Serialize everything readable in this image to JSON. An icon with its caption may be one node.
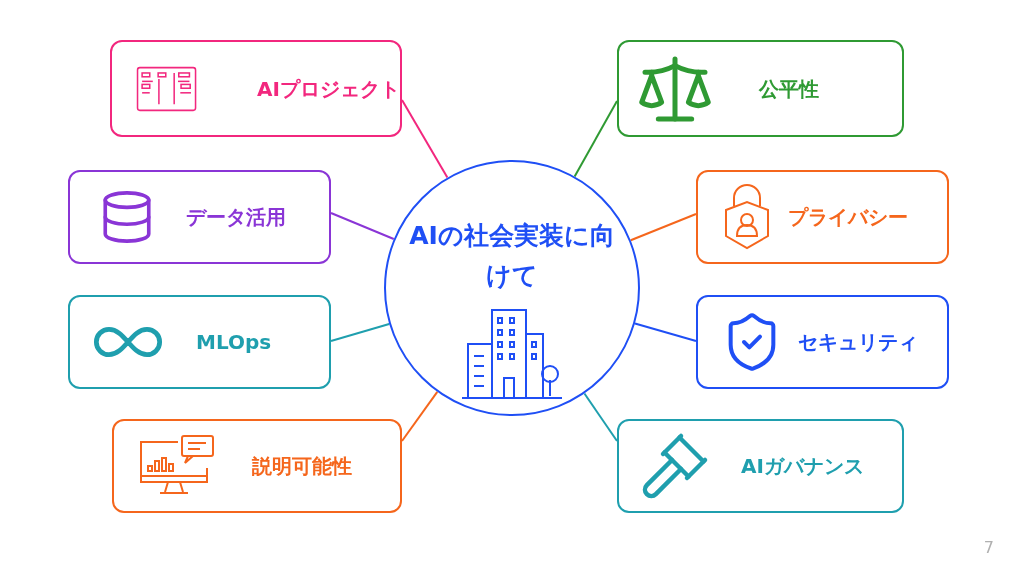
{
  "diagram": {
    "nodes": [
      {
        "text": [
          "AIの社会実装に向けて"
        ]
      },
      {
        "text": [
          "AIプロジェクト"
        ]
      },
      {
        "text": [
          "データ活用"
        ]
      },
      {
        "text": [
          "MLOps"
        ]
      },
      {
        "text": [
          "説明可能性"
        ]
      },
      {
        "text": [
          "公平性"
        ]
      },
      {
        "text": [
          "プライバシー"
        ]
      },
      {
        "text": [
          "セキュリティ"
        ]
      },
      {
        "text": [
          "AIガバナンス"
        ]
      }
    ],
    "edges": [
      {
        "from": 0,
        "to": 1,
        "arrow": "none",
        "color": "#f2277e"
      },
      {
        "from": 0,
        "to": 2,
        "arrow": "none",
        "color": "#8a35d6"
      },
      {
        "from": 0,
        "to": 3,
        "arrow": "none",
        "color": "#1f9fae"
      },
      {
        "from": 0,
        "to": 4,
        "arrow": "none",
        "color": "#f5661c"
      },
      {
        "from": 0,
        "to": 5,
        "arrow": "none",
        "color": "#2f9a33"
      },
      {
        "from": 0,
        "to": 6,
        "arrow": "none",
        "color": "#f5661c"
      },
      {
        "from": 0,
        "to": 7,
        "arrow": "none",
        "color": "#1f4ff5"
      },
      {
        "from": 0,
        "to": 8,
        "arrow": "none",
        "color": "#1f9fae"
      }
    ],
    "labels": [
      "7"
    ]
  }
}
